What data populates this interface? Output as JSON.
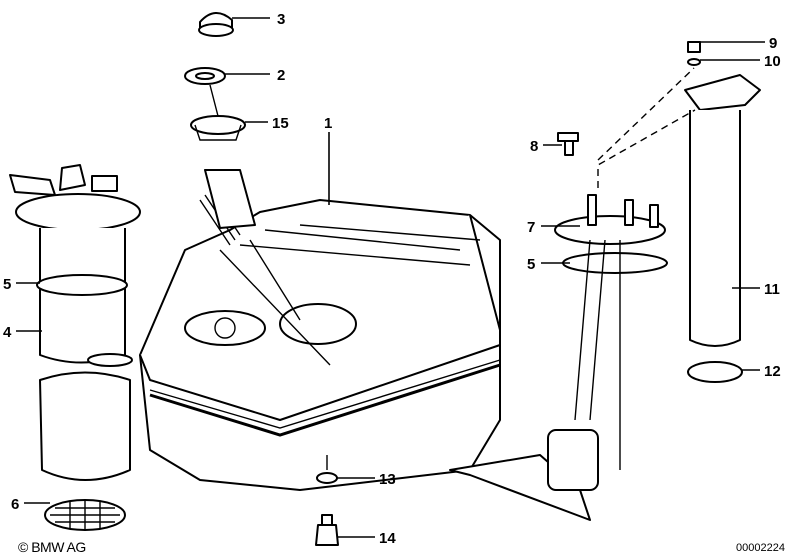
{
  "diagram": {
    "callouts": [
      {
        "id": "c3",
        "text": "3"
      },
      {
        "id": "c2",
        "text": "2"
      },
      {
        "id": "c15",
        "text": "15"
      },
      {
        "id": "c1",
        "text": "1"
      },
      {
        "id": "c9",
        "text": "9"
      },
      {
        "id": "c10",
        "text": "10"
      },
      {
        "id": "c8",
        "text": "8"
      },
      {
        "id": "c7",
        "text": "7"
      },
      {
        "id": "c5r",
        "text": "5"
      },
      {
        "id": "c11",
        "text": "11"
      },
      {
        "id": "c12",
        "text": "12"
      },
      {
        "id": "c5l",
        "text": "5"
      },
      {
        "id": "c4",
        "text": "4"
      },
      {
        "id": "c6",
        "text": "6"
      },
      {
        "id": "c13",
        "text": "13"
      },
      {
        "id": "c14",
        "text": "14"
      }
    ]
  },
  "footer": {
    "copyright": "© BMW AG",
    "part_number": "00002224"
  }
}
